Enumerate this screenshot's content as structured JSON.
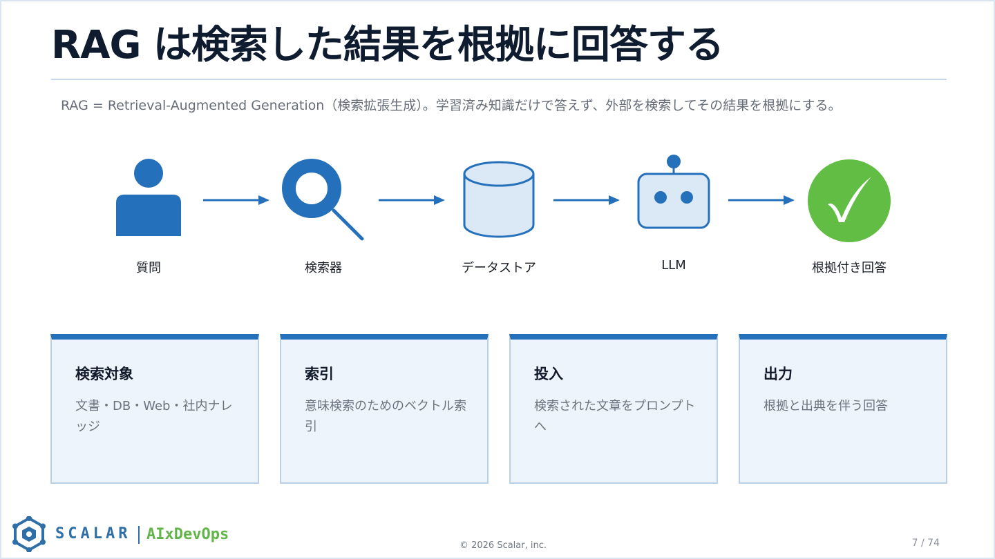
{
  "slide": {
    "title": "RAG は検索した結果を根拠に回答する",
    "subtitle": "RAG = Retrieval-Augmented Generation（検索拡張生成）。学習済み知識だけで答えず、外部を検索してその結果を根拠にする。"
  },
  "flow": {
    "steps": [
      {
        "label": "質問",
        "icon": "person-icon"
      },
      {
        "label": "検索器",
        "icon": "magnifier-icon"
      },
      {
        "label": "データストア",
        "icon": "database-icon"
      },
      {
        "label": "LLM",
        "icon": "robot-icon"
      },
      {
        "label": "根拠付き回答",
        "icon": "checkmark-icon"
      }
    ]
  },
  "cards": [
    {
      "title": "検索対象",
      "body": "文書・DB・Web・社内ナレッジ"
    },
    {
      "title": "索引",
      "body": "意味検索のためのベクトル索引"
    },
    {
      "title": "投入",
      "body": "検索された文章をプロンプトへ"
    },
    {
      "title": "出力",
      "body": "根拠と出典を伴う回答"
    }
  ],
  "footer": {
    "brand": "SCALAR",
    "product": "AIxDevOps",
    "copyright": "© 2026 Scalar, inc.",
    "page": "7 / 74"
  },
  "colors": {
    "primary_blue": "#2570ba",
    "light_blue_fill": "#dbe8f5",
    "check_green": "#62bd45",
    "title_text": "#0f1b2e"
  }
}
